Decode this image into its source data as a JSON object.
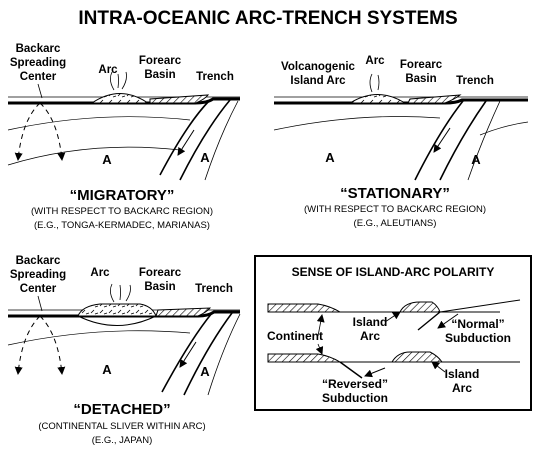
{
  "title": "INTRA-OCEANIC ARC-TRENCH SYSTEMS",
  "panels": {
    "migratory": {
      "labels": {
        "backarc_1": "Backarc",
        "backarc_2": "Spreading",
        "backarc_3": "Center",
        "arc": "Arc",
        "forearc_1": "Forearc",
        "forearc_2": "Basin",
        "trench": "Trench",
        "plate_a_left": "A",
        "plate_a_right": "A"
      },
      "name": "“MIGRATORY”",
      "caption_1": "(WITH RESPECT TO BACKARC REGION)",
      "caption_2": "(E.G., TONGA-KERMADEC, MARIANAS)"
    },
    "stationary": {
      "labels": {
        "volc_1": "Volcanogenic",
        "volc_2": "Island Arc",
        "arc": "Arc",
        "forearc_1": "Forearc",
        "forearc_2": "Basin",
        "trench": "Trench",
        "plate_a_left": "A",
        "plate_a_right": "A"
      },
      "name": "“STATIONARY”",
      "caption_1": "(WITH RESPECT TO BACKARC REGION)",
      "caption_2": "(E.G., ALEUTIANS)"
    },
    "detached": {
      "labels": {
        "backarc_1": "Backarc",
        "backarc_2": "Spreading",
        "backarc_3": "Center",
        "arc": "Arc",
        "forearc_1": "Forearc",
        "forearc_2": "Basin",
        "trench": "Trench",
        "plate_a_left": "A",
        "plate_a_right": "A"
      },
      "name": "“DETACHED”",
      "caption_1": "(CONTINENTAL SLIVER WITHIN ARC)",
      "caption_2": "(E.G., JAPAN)"
    },
    "polarity": {
      "title": "SENSE OF ISLAND-ARC POLARITY",
      "labels": {
        "island_arc_1a": "Island",
        "island_arc_1b": "Arc",
        "normal_1": "“Normal”",
        "normal_2": "Subduction",
        "continent": "Continent",
        "reversed_1": "“Reversed”",
        "reversed_2": "Subduction",
        "island_arc_2a": "Island",
        "island_arc_2b": "Arc"
      }
    }
  }
}
